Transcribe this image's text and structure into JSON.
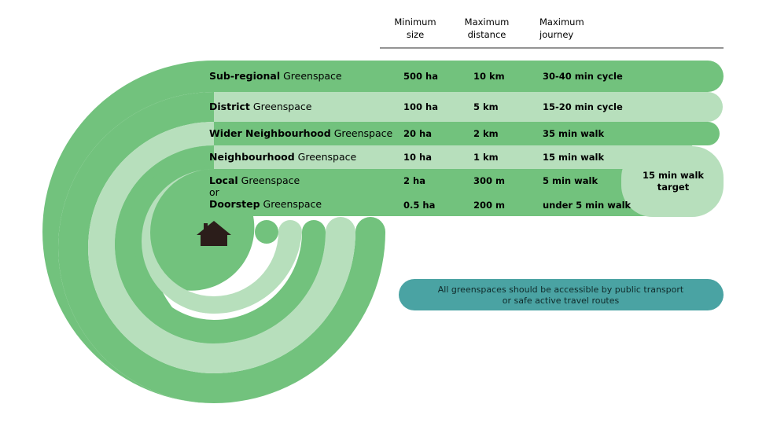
{
  "headers": {
    "min_size": [
      "Minimum",
      "size"
    ],
    "max_distance": [
      "Maximum",
      "distance"
    ],
    "max_journey": [
      "Maximum",
      "journey"
    ]
  },
  "colors": {
    "dark_green": "#72c27d",
    "light_green": "#b7dfbc",
    "teal": "#4aa3a3",
    "house": "#2b1d1a",
    "rule": "#2a2a2a"
  },
  "rows": [
    {
      "bold": "Sub-regional",
      "label": " Greenspace",
      "size": "500 ha",
      "distance": "10 km",
      "journey": "30-40 min cycle",
      "shade": "dark"
    },
    {
      "bold": "District",
      "label": " Greenspace",
      "size": "100 ha",
      "distance": "5 km",
      "journey": "15-20 min cycle",
      "shade": "light"
    },
    {
      "bold": "Wider Neighbourhood",
      "label": " Greenspace",
      "size": "20 ha",
      "distance": "2 km",
      "journey": "35 min walk",
      "shade": "dark"
    },
    {
      "bold": "Neighbourhood",
      "label": " Greenspace",
      "size": "10 ha",
      "distance": "1 km",
      "journey": "15 min walk",
      "shade": "light"
    },
    {
      "bold": "Local",
      "label": " Greenspace",
      "size": "2 ha",
      "distance": "300 m",
      "journey": "5 min walk",
      "shade": "dark"
    },
    {
      "bold": "Doorstep",
      "label": " Greenspace",
      "size": "0.5 ha",
      "distance": "200 m",
      "journey": "under 5 min walk",
      "shade": "dark"
    }
  ],
  "or_text": "or",
  "target_label": [
    "15 min walk",
    "target"
  ],
  "note": [
    "All greenspaces should be accessible by public transport",
    "or safe active travel routes"
  ],
  "icon": "house-icon"
}
